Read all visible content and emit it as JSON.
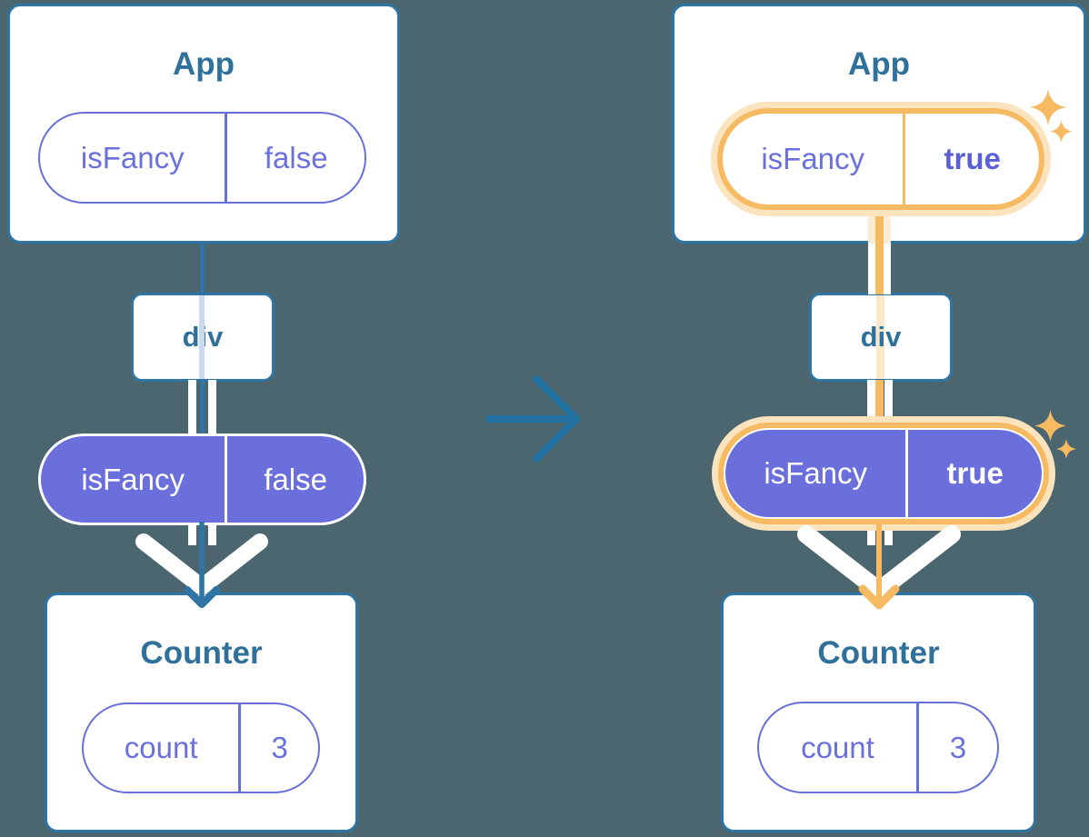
{
  "before": {
    "app_card": {
      "title": "App"
    },
    "app_prop_pill": {
      "name": "isFancy",
      "value": "false"
    },
    "div_node": {
      "label": "div"
    },
    "passed_prop_pill": {
      "name": "isFancy",
      "value": "false"
    },
    "counter_card": {
      "title": "Counter"
    },
    "state_pill": {
      "name": "count",
      "value": "3"
    }
  },
  "after": {
    "app_card": {
      "title": "App"
    },
    "app_prop_pill": {
      "name": "isFancy",
      "value": "true"
    },
    "div_node": {
      "label": "div"
    },
    "passed_prop_pill": {
      "name": "isFancy",
      "value": "true"
    },
    "counter_card": {
      "title": "Counter"
    },
    "state_pill": {
      "name": "count",
      "value": "3"
    }
  },
  "icons": {
    "transition": "right-arrow-icon",
    "highlight": "sparkle-stars-icon"
  },
  "palette": {
    "background": "#4C6670",
    "card_border_teal": "#2E75A5",
    "title_text": "#2F719A",
    "purple_outline": "#6770D8",
    "purple_fill": "#6A6FDB",
    "purple_text": "#6A71DC",
    "lavender_line": "#CBD9EE",
    "highlight_orange": "#F6BA62",
    "highlight_halo": "#FAE3BD",
    "transition_arrow_blue": "#2273A3"
  }
}
